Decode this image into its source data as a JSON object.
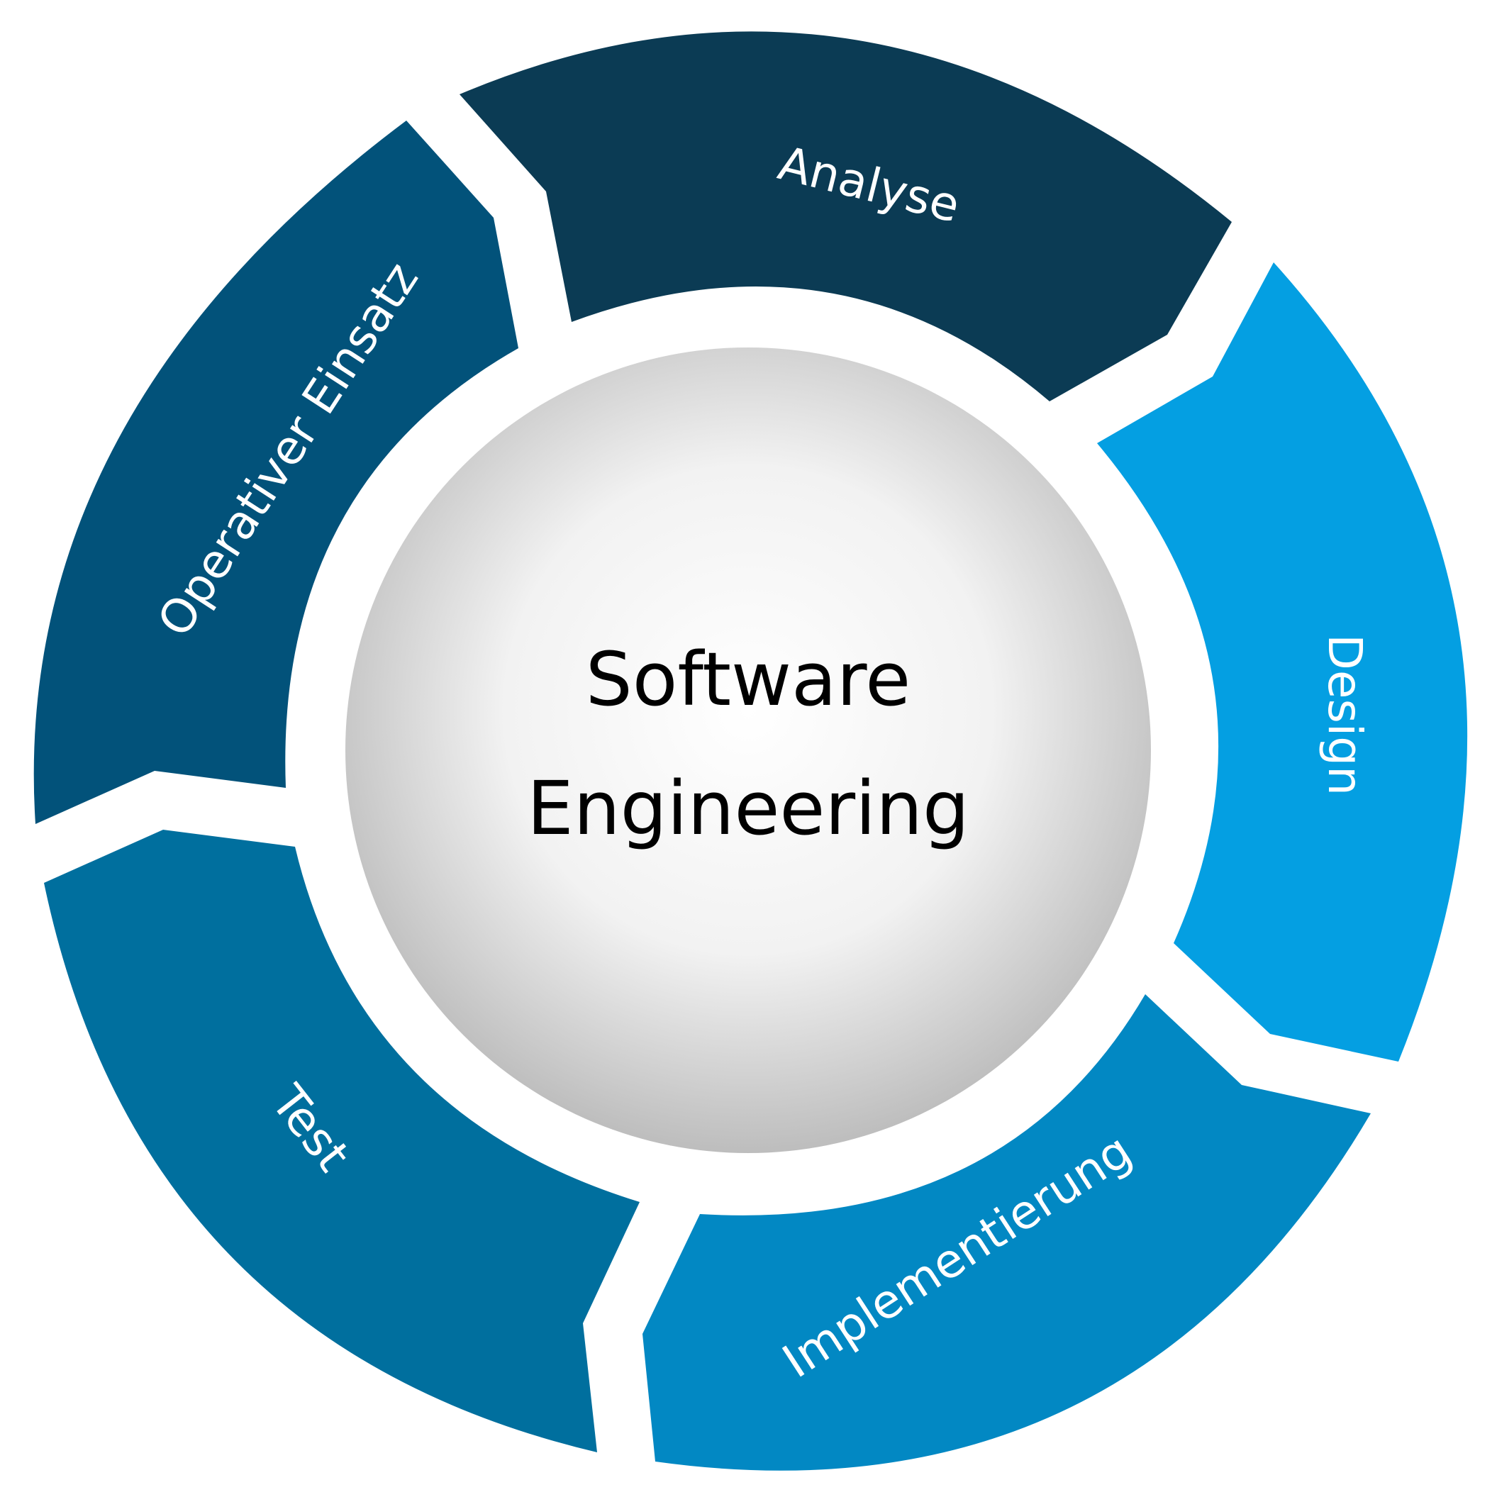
{
  "center": {
    "line1": "Software",
    "line2": "Engineering",
    "fill_light": "#ffffff",
    "fill_dark": "#bdbdbd"
  },
  "phases": [
    {
      "label": "Analyse",
      "color": "#0b3b54"
    },
    {
      "label": "Design",
      "color": "#049fe2"
    },
    {
      "label": "Implementierung",
      "color": "#0288c3"
    },
    {
      "label": "Test",
      "color": "#006f9e"
    },
    {
      "label": "Operativer Einsatz",
      "color": "#02527a"
    }
  ]
}
